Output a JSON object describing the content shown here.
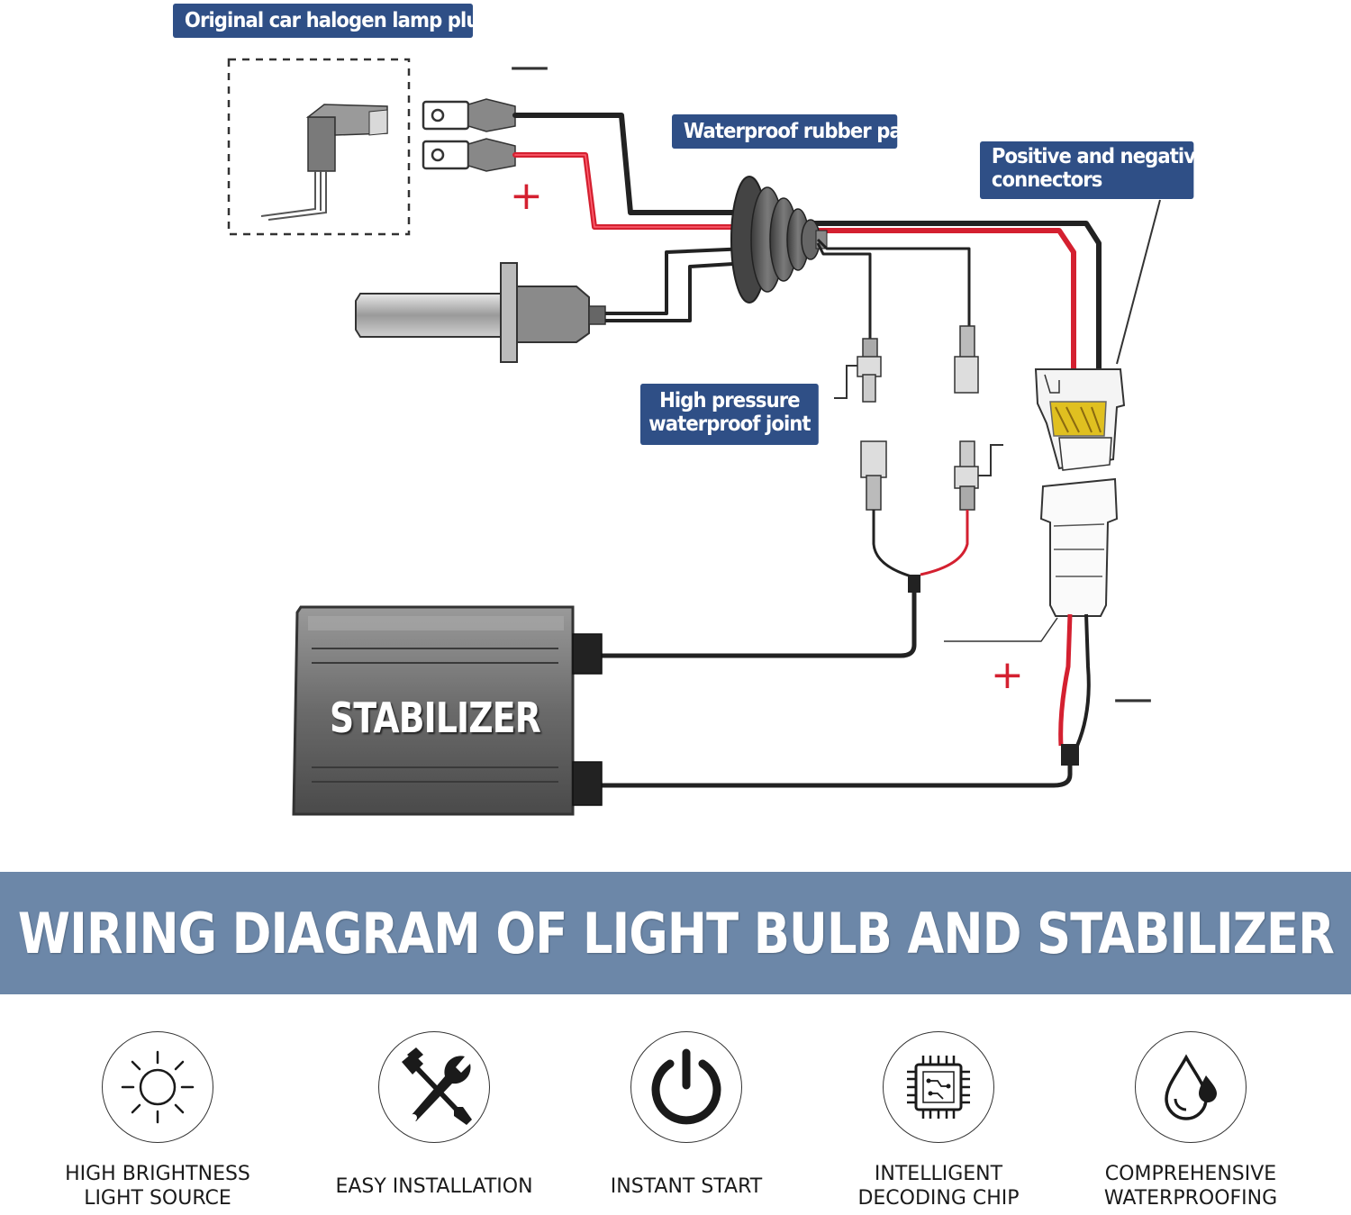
{
  "callouts": {
    "halogen_plug": "Original car halogen lamp plug",
    "rubber_pad": "Waterproof rubber pad",
    "connectors_line1": "Positive and negative",
    "connectors_line2": "connectors",
    "joint_line1": "High pressure",
    "joint_line2": "waterproof joint"
  },
  "signs": {
    "minus": "—",
    "plus": "+"
  },
  "stabilizer_label": "STABILIZER",
  "title": "WIRING DIAGRAM OF LIGHT BULB AND STABILIZER",
  "colors": {
    "callout_bg": "#2f4f86",
    "title_band": "#6c87a8",
    "wire_red": "#d42030",
    "wire_black": "#222222",
    "connector_yellow": "#e0c020"
  },
  "features": [
    {
      "icon": "sun-icon",
      "line1": "HIGH BRIGHTNESS",
      "line2": "LIGHT SOURCE"
    },
    {
      "icon": "tools-icon",
      "line1": "EASY INSTALLATION",
      "line2": ""
    },
    {
      "icon": "power-icon",
      "line1": "INSTANT START",
      "line2": ""
    },
    {
      "icon": "chip-icon",
      "line1": "INTELLIGENT",
      "line2": "DECODING CHIP"
    },
    {
      "icon": "water-drop-icon",
      "line1": "COMPREHENSIVE",
      "line2": "WATERPROOFING"
    }
  ]
}
